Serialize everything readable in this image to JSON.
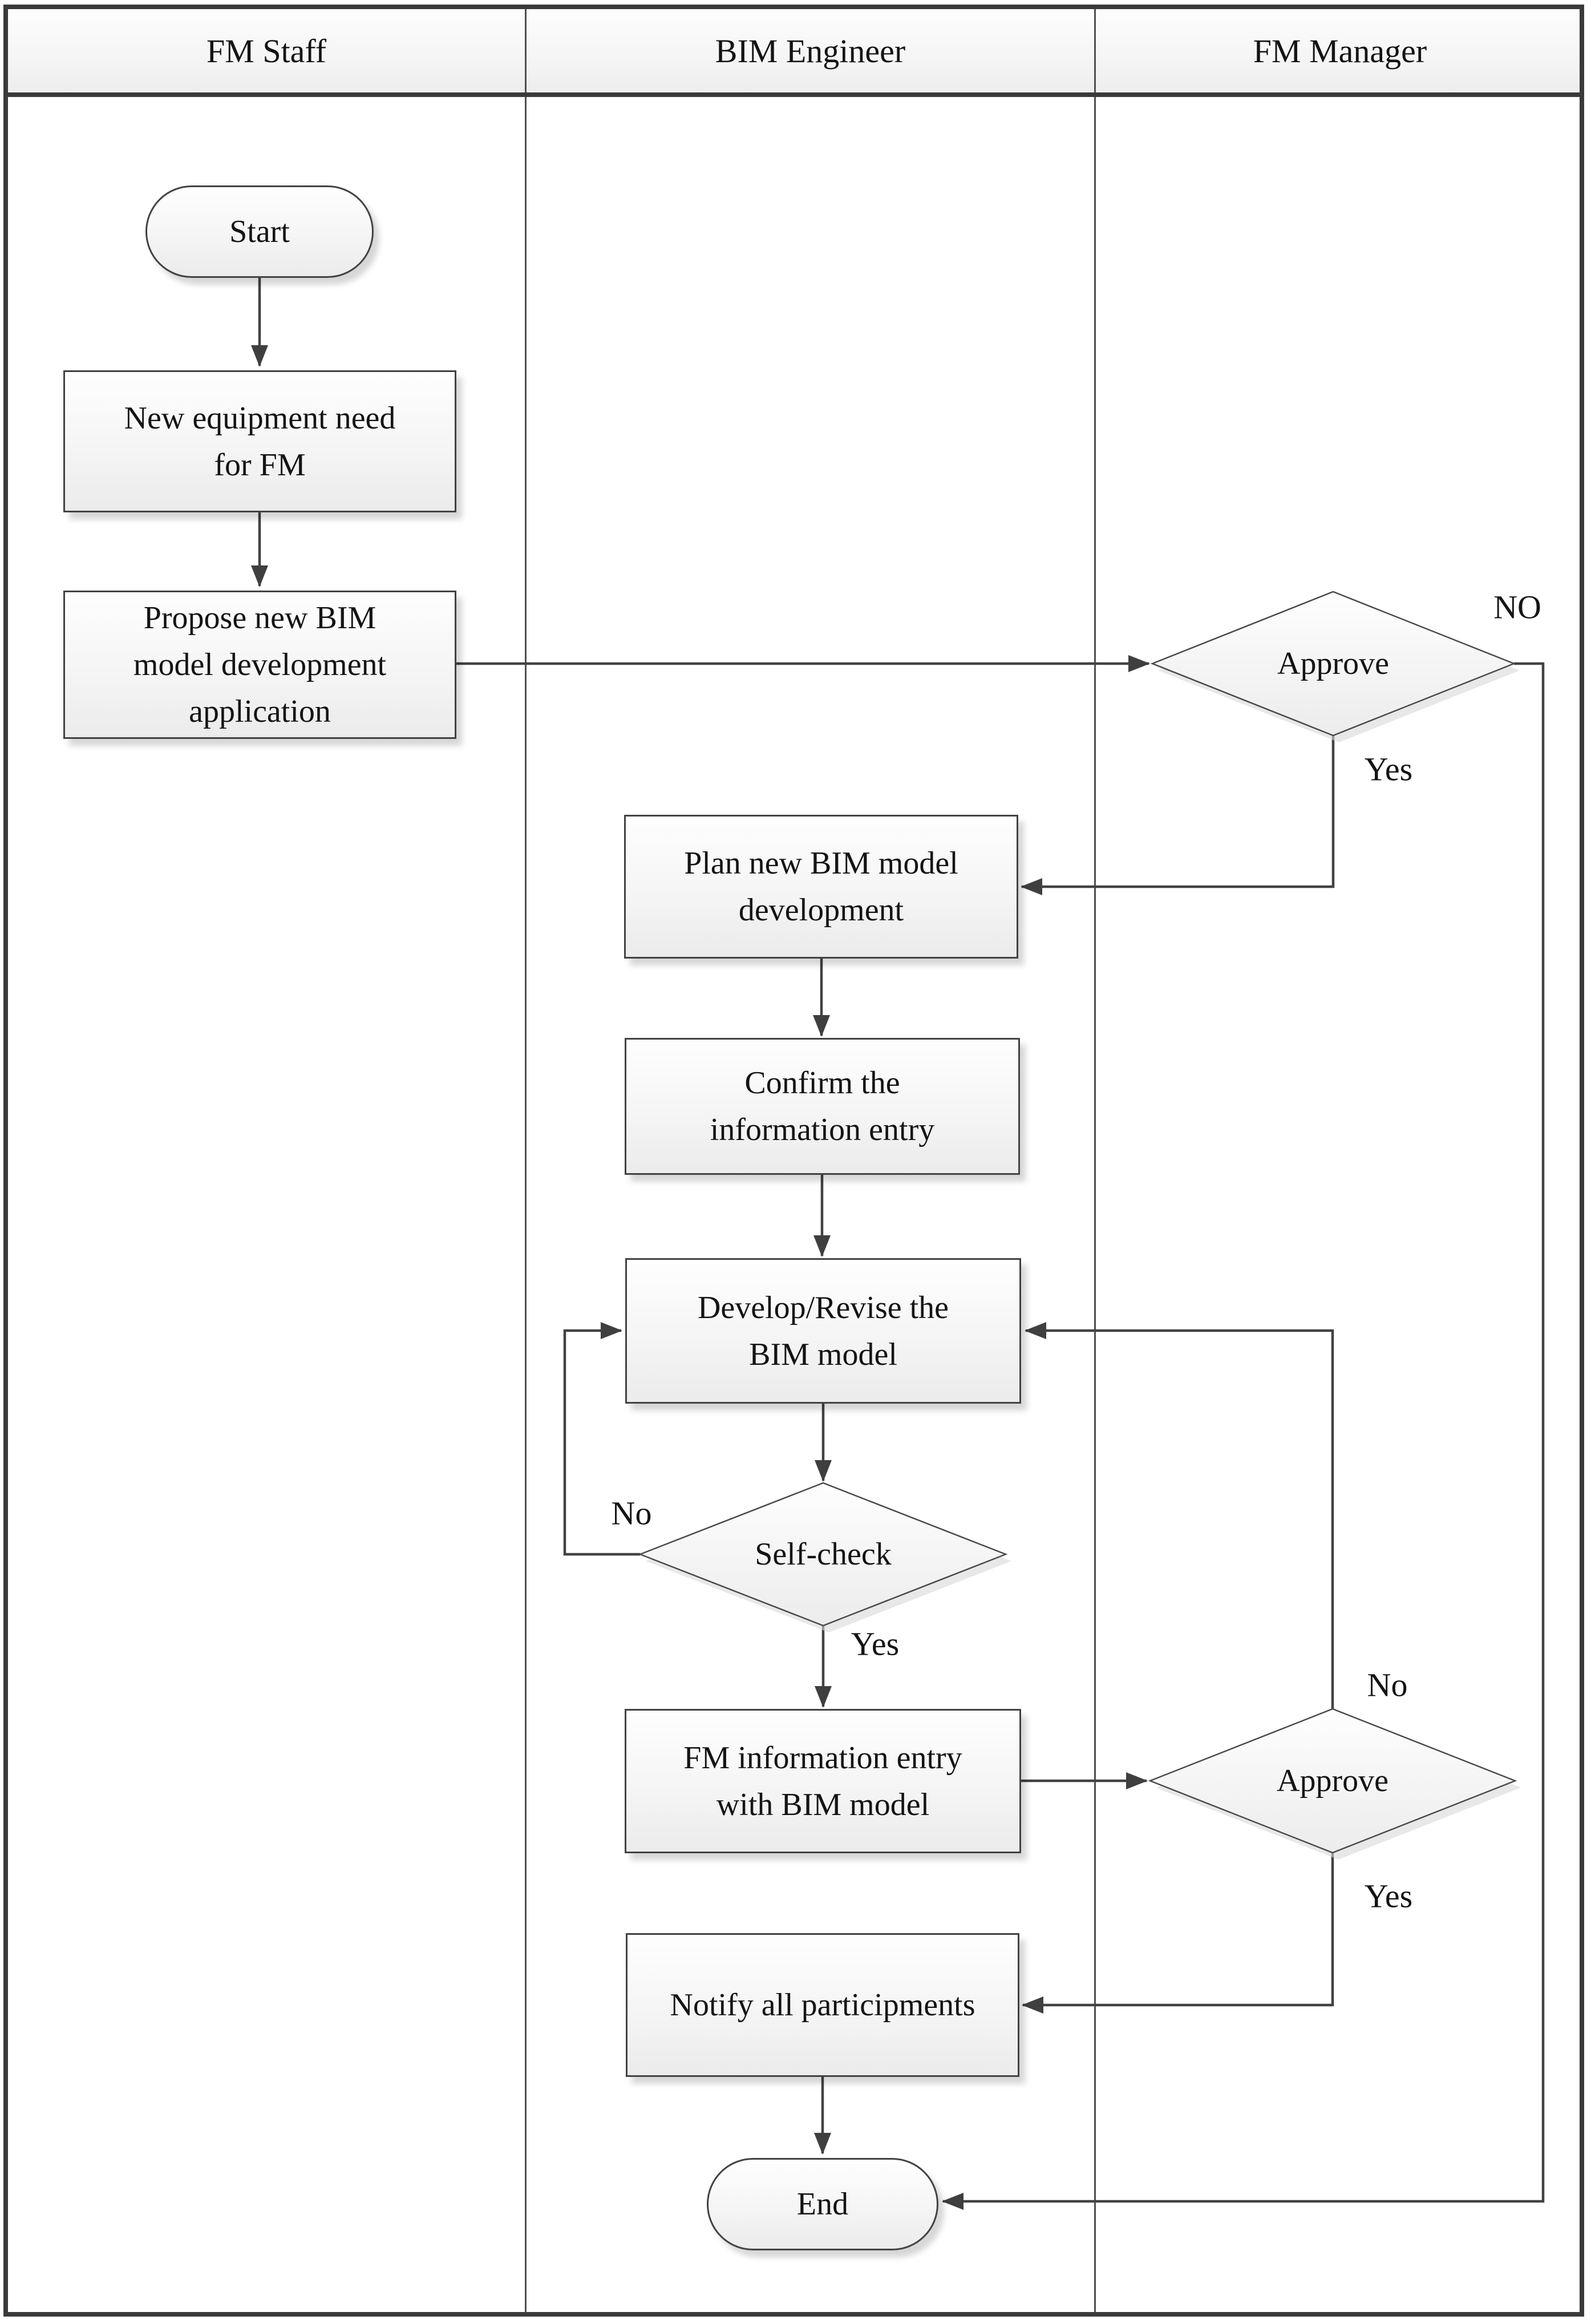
{
  "lanes": [
    {
      "label": "FM Staff"
    },
    {
      "label": "BIM Engineer"
    },
    {
      "label": "FM Manager"
    }
  ],
  "nodes": {
    "start": {
      "type": "terminator",
      "lane": "FM Staff",
      "label": "Start"
    },
    "need": {
      "type": "process",
      "lane": "FM Staff",
      "label": "New equipment need\nfor FM"
    },
    "propose": {
      "type": "process",
      "lane": "FM Staff",
      "label": "Propose new BIM\nmodel development\napplication"
    },
    "approve1": {
      "type": "decision",
      "lane": "FM Manager",
      "label": "Approve"
    },
    "plan": {
      "type": "process",
      "lane": "BIM Engineer",
      "label": "Plan new BIM model\ndevelopment"
    },
    "confirm": {
      "type": "process",
      "lane": "BIM Engineer",
      "label": "Confirm the\ninformation entry"
    },
    "develop": {
      "type": "process",
      "lane": "BIM Engineer",
      "label": "Develop/Revise the\nBIM model"
    },
    "selfcheck": {
      "type": "decision",
      "lane": "BIM Engineer",
      "label": "Self-check"
    },
    "fminfo": {
      "type": "process",
      "lane": "BIM Engineer",
      "label": "FM information entry\nwith BIM model"
    },
    "approve2": {
      "type": "decision",
      "lane": "FM Manager",
      "label": "Approve"
    },
    "notify": {
      "type": "process",
      "lane": "BIM Engineer",
      "label": "Notify all participments"
    },
    "end": {
      "type": "terminator",
      "lane": "BIM Engineer",
      "label": "End"
    }
  },
  "edge_labels": {
    "approve1_no": "NO",
    "approve1_yes": "Yes",
    "selfcheck_no": "No",
    "selfcheck_yes": "Yes",
    "approve2_no": "No",
    "approve2_yes": "Yes"
  },
  "edges": [
    {
      "from": "start",
      "to": "need"
    },
    {
      "from": "need",
      "to": "propose"
    },
    {
      "from": "propose",
      "to": "approve1"
    },
    {
      "from": "approve1",
      "to": "end",
      "label": "NO"
    },
    {
      "from": "approve1",
      "to": "plan",
      "label": "Yes"
    },
    {
      "from": "plan",
      "to": "confirm"
    },
    {
      "from": "confirm",
      "to": "develop"
    },
    {
      "from": "develop",
      "to": "selfcheck"
    },
    {
      "from": "selfcheck",
      "to": "develop",
      "label": "No"
    },
    {
      "from": "selfcheck",
      "to": "fminfo",
      "label": "Yes"
    },
    {
      "from": "fminfo",
      "to": "approve2"
    },
    {
      "from": "approve2",
      "to": "develop",
      "label": "No"
    },
    {
      "from": "approve2",
      "to": "notify",
      "label": "Yes"
    },
    {
      "from": "notify",
      "to": "end"
    }
  ],
  "colors": {
    "line": "#424242",
    "node_border": "#424242",
    "node_fill_top": "#fefefe",
    "node_fill_bottom": "#ebebeb",
    "text": "#141414"
  }
}
